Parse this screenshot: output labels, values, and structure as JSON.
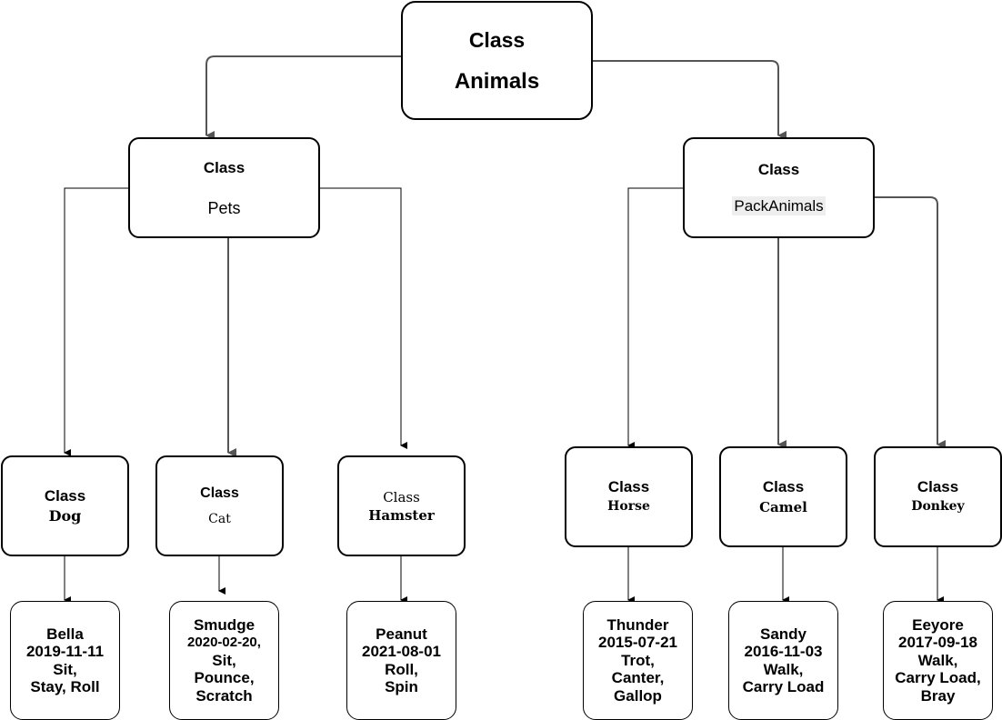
{
  "root": {
    "line1": "Class",
    "line2": "Animals"
  },
  "pets": {
    "line1": "Class",
    "line2": "Pets"
  },
  "pack": {
    "line1": "Class",
    "line2": "PackAnimals"
  },
  "classes": {
    "dog": {
      "line1": "Class",
      "line2": "Dog"
    },
    "cat": {
      "line1": "Class",
      "line2": "Cat"
    },
    "hamster": {
      "line1": "Class",
      "line2": "Hamster"
    },
    "horse": {
      "line1": "Class",
      "line2": "Horse"
    },
    "camel": {
      "line1": "Class",
      "line2": "Camel"
    },
    "donkey": {
      "line1": "Class",
      "line2": "Donkey"
    }
  },
  "instances": {
    "dog": [
      "Bella",
      "2019-11-11",
      "Sit,",
      "Stay, Roll"
    ],
    "cat": [
      "Smudge",
      "2020-02-20,",
      "Sit,",
      "Pounce,",
      "Scratch"
    ],
    "hamster": [
      "Peanut",
      "2021-08-01",
      "Roll,",
      "Spin"
    ],
    "horse": [
      "Thunder",
      "2015-07-21",
      "Trot,",
      "Canter,",
      "Gallop"
    ],
    "camel": [
      "Sandy",
      "2016-11-03",
      "Walk,",
      "Carry Load"
    ],
    "donkey": [
      "Eeyore",
      "2017-09-18",
      "Walk,",
      "Carry Load,",
      "Bray"
    ]
  }
}
